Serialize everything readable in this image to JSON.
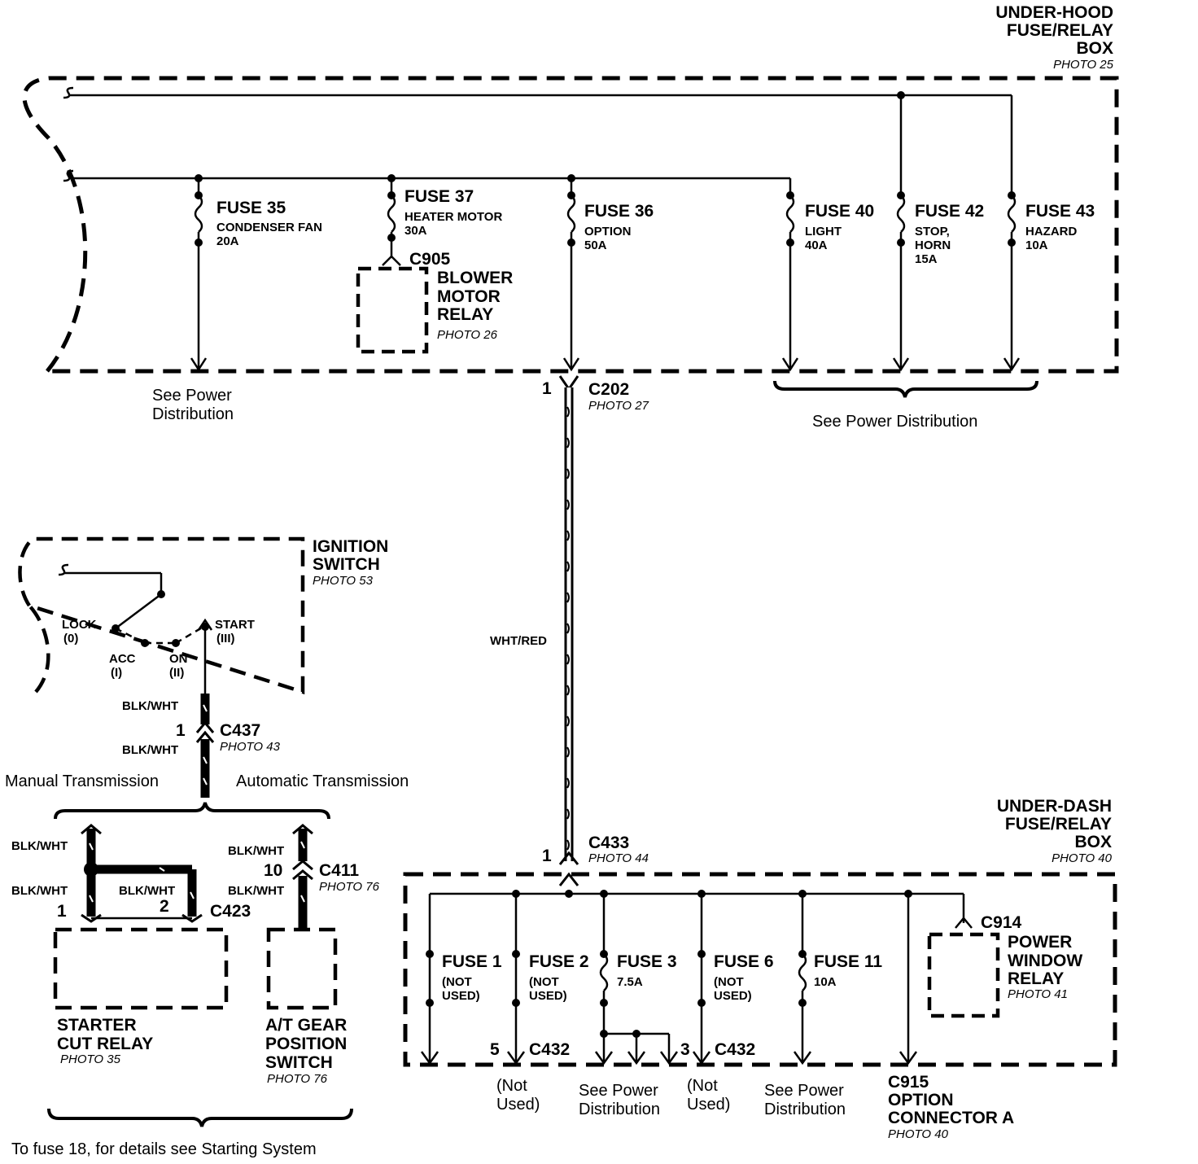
{
  "underhood": {
    "title": [
      "UNDER-HOOD",
      "FUSE/RELAY",
      "BOX"
    ],
    "photo": "PHOTO 25"
  },
  "underhood_fuses": [
    {
      "name": "FUSE 35",
      "desc": [
        "CONDENSER FAN"
      ],
      "amp": "20A"
    },
    {
      "name": "FUSE 37",
      "desc": [
        "HEATER MOTOR"
      ],
      "amp": "30A"
    },
    {
      "name": "FUSE 36",
      "desc": [
        "OPTION"
      ],
      "amp": "50A"
    },
    {
      "name": "FUSE 40",
      "desc": [
        "LIGHT"
      ],
      "amp": "40A"
    },
    {
      "name": "FUSE 42",
      "desc": [
        "STOP,",
        "HORN"
      ],
      "amp": "15A"
    },
    {
      "name": "FUSE 43",
      "desc": [
        "HAZARD"
      ],
      "amp": "10A"
    }
  ],
  "blower": {
    "connector": "C905",
    "title": [
      "BLOWER",
      "MOTOR",
      "RELAY"
    ],
    "photo": "PHOTO 26"
  },
  "see_power_left": [
    "See Power",
    "Distribution"
  ],
  "see_power_right": "See Power Distribution",
  "c202": {
    "pin": "1",
    "name": "C202",
    "photo": "PHOTO 27"
  },
  "wire_wht_red": "WHT/RED",
  "ignition": {
    "title": [
      "IGNITION",
      "SWITCH"
    ],
    "photo": "PHOTO 53",
    "lock": [
      "LOCK",
      "(0)"
    ],
    "acc": [
      "ACC",
      "(I)"
    ],
    "on": [
      "ON",
      "(II)"
    ],
    "start": [
      "START",
      "(III)"
    ]
  },
  "c437": {
    "pin": "1",
    "name": "C437",
    "photo": "PHOTO 43",
    "wire_top": "BLK/WHT",
    "wire_bottom": "BLK/WHT"
  },
  "manual_trans": "Manual Transmission",
  "auto_trans": "Automatic Transmission",
  "starter": {
    "wire1": "BLK/WHT",
    "wire2": "BLK/WHT",
    "wire3": "BLK/WHT",
    "pin1": "1",
    "pin2": "2",
    "connector": "C423",
    "title": [
      "STARTER",
      "CUT RELAY"
    ],
    "photo": "PHOTO 35"
  },
  "at_gear": {
    "wire1": "BLK/WHT",
    "wire2": "BLK/WHT",
    "pin": "10",
    "connector": "C411",
    "connector_photo": "PHOTO 76",
    "title": [
      "A/T GEAR",
      "POSITION",
      "SWITCH"
    ],
    "photo": "PHOTO 76"
  },
  "to_fuse18": "To fuse 18, for details see Starting System",
  "underdash": {
    "title": [
      "UNDER-DASH",
      "FUSE/RELAY",
      "BOX"
    ],
    "photo": "PHOTO 40"
  },
  "c433": {
    "pin": "1",
    "name": "C433",
    "photo": "PHOTO 44"
  },
  "underdash_fuses": [
    {
      "name": "FUSE 1",
      "desc": [
        "(NOT",
        "USED)"
      ]
    },
    {
      "name": "FUSE 2",
      "desc": [
        "(NOT",
        "USED)"
      ]
    },
    {
      "name": "FUSE 3",
      "desc": [
        "7.5A"
      ]
    },
    {
      "name": "FUSE 6",
      "desc": [
        "(NOT",
        "USED)"
      ]
    },
    {
      "name": "FUSE 11",
      "desc": [
        "10A"
      ]
    }
  ],
  "power_window": {
    "connector": "C914",
    "title": [
      "POWER",
      "WINDOW",
      "RELAY"
    ],
    "photo": "PHOTO 41"
  },
  "c432_left": {
    "pin": "5",
    "name": "C432"
  },
  "c432_right": {
    "pin": "3",
    "name": "C432"
  },
  "not_used_1": [
    "(Not",
    "Used)"
  ],
  "not_used_2": [
    "(Not",
    "Used)"
  ],
  "see_power_fuse3": [
    "See Power",
    "Distribution"
  ],
  "see_power_fuse11": [
    "See Power",
    "Distribution"
  ],
  "c915": {
    "title": [
      "C915",
      "OPTION",
      "CONNECTOR A"
    ],
    "photo": "PHOTO 40"
  }
}
